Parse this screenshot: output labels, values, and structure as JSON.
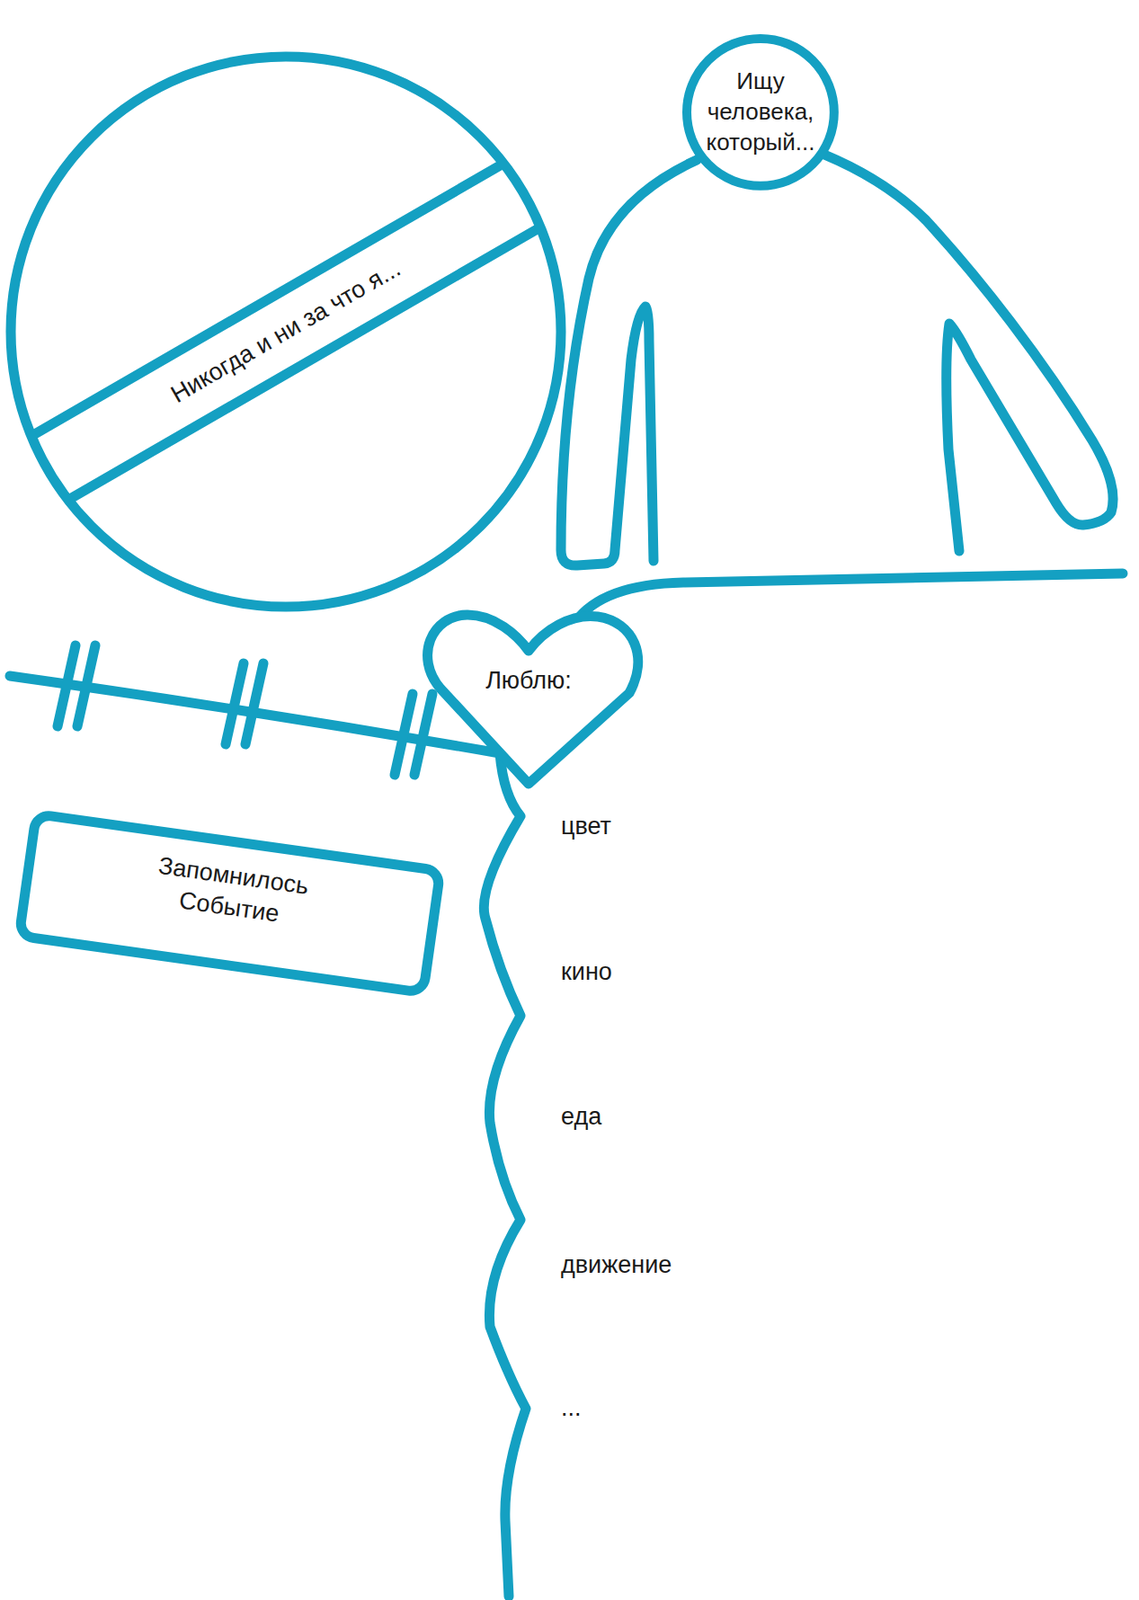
{
  "diagram": {
    "nodes": [
      {
        "text": [
          "Никогда и ни за что я..."
        ]
      },
      {
        "text": [
          "Ищу человека, который..."
        ]
      },
      {
        "text": [
          "Люблю:"
        ]
      },
      {
        "text": [
          "Запомнилось Событие"
        ]
      }
    ],
    "labels": [
      "цвет",
      "кино",
      "еда",
      "движение",
      "..."
    ]
  }
}
